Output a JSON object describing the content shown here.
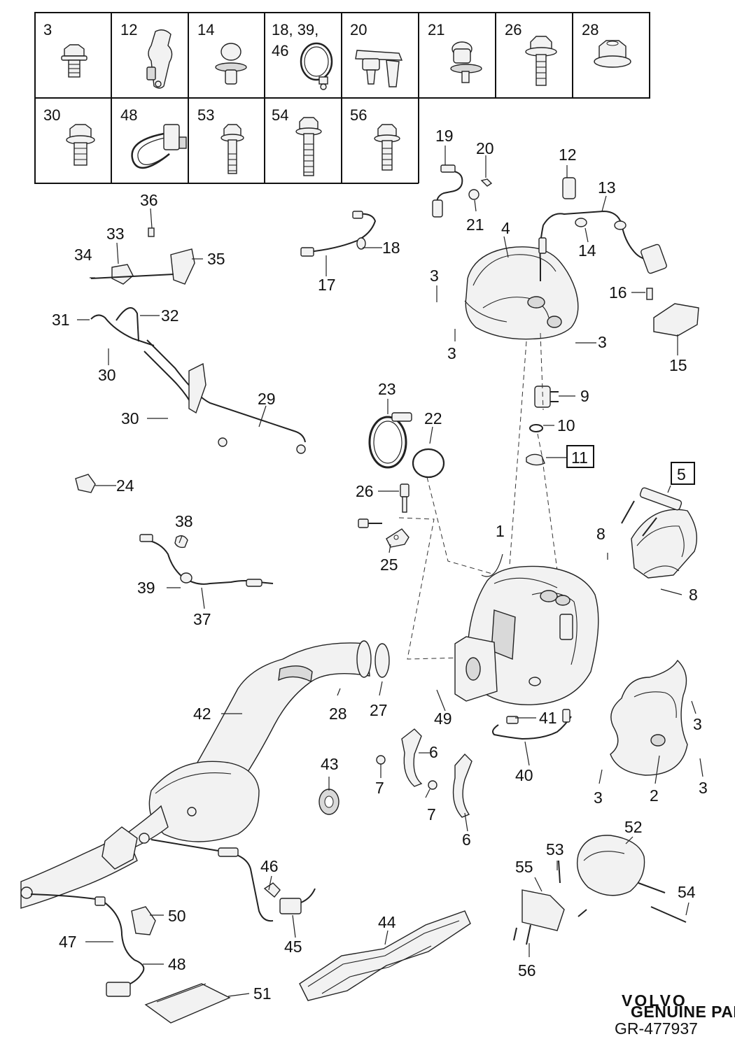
{
  "fasteners_table": {
    "row1": [
      "3",
      "12",
      "14",
      "18, 39,",
      "46",
      "20",
      "21",
      "26",
      "28"
    ],
    "row2": [
      "30",
      "48",
      "53",
      "54",
      "56"
    ]
  },
  "callouts": {
    "c1": "1",
    "c2": "2",
    "c3a": "3",
    "c3b": "3",
    "c3c": "3",
    "c3d": "3",
    "c3e": "3",
    "c3f": "3",
    "c4": "4",
    "c5": "5",
    "c6a": "6",
    "c6b": "6",
    "c7a": "7",
    "c7b": "7",
    "c8a": "8",
    "c8b": "8",
    "c9": "9",
    "c10": "10",
    "c11": "11",
    "c12": "12",
    "c13": "13",
    "c14": "14",
    "c15": "15",
    "c16": "16",
    "c17": "17",
    "c18": "18",
    "c19": "19",
    "c20": "20",
    "c21": "21",
    "c22": "22",
    "c23": "23",
    "c24": "24",
    "c25": "25",
    "c26": "26",
    "c27": "27",
    "c28": "28",
    "c29": "29",
    "c30a": "30",
    "c30b": "30",
    "c31": "31",
    "c32": "32",
    "c33": "33",
    "c34": "34",
    "c35": "35",
    "c36": "36",
    "c37": "37",
    "c38": "38",
    "c39": "39",
    "c40": "40",
    "c41": "41",
    "c42": "42",
    "c43": "43",
    "c44": "44",
    "c45": "45",
    "c46": "46",
    "c47": "47",
    "c48": "48",
    "c49": "49",
    "c50": "50",
    "c51": "51",
    "c52": "52",
    "c53": "53",
    "c54": "54",
    "c55": "55",
    "c56": "56"
  },
  "brand": {
    "logo_text": "VOLVO",
    "tagline": "GENUINE PARTS",
    "reference": "GR-477937"
  }
}
